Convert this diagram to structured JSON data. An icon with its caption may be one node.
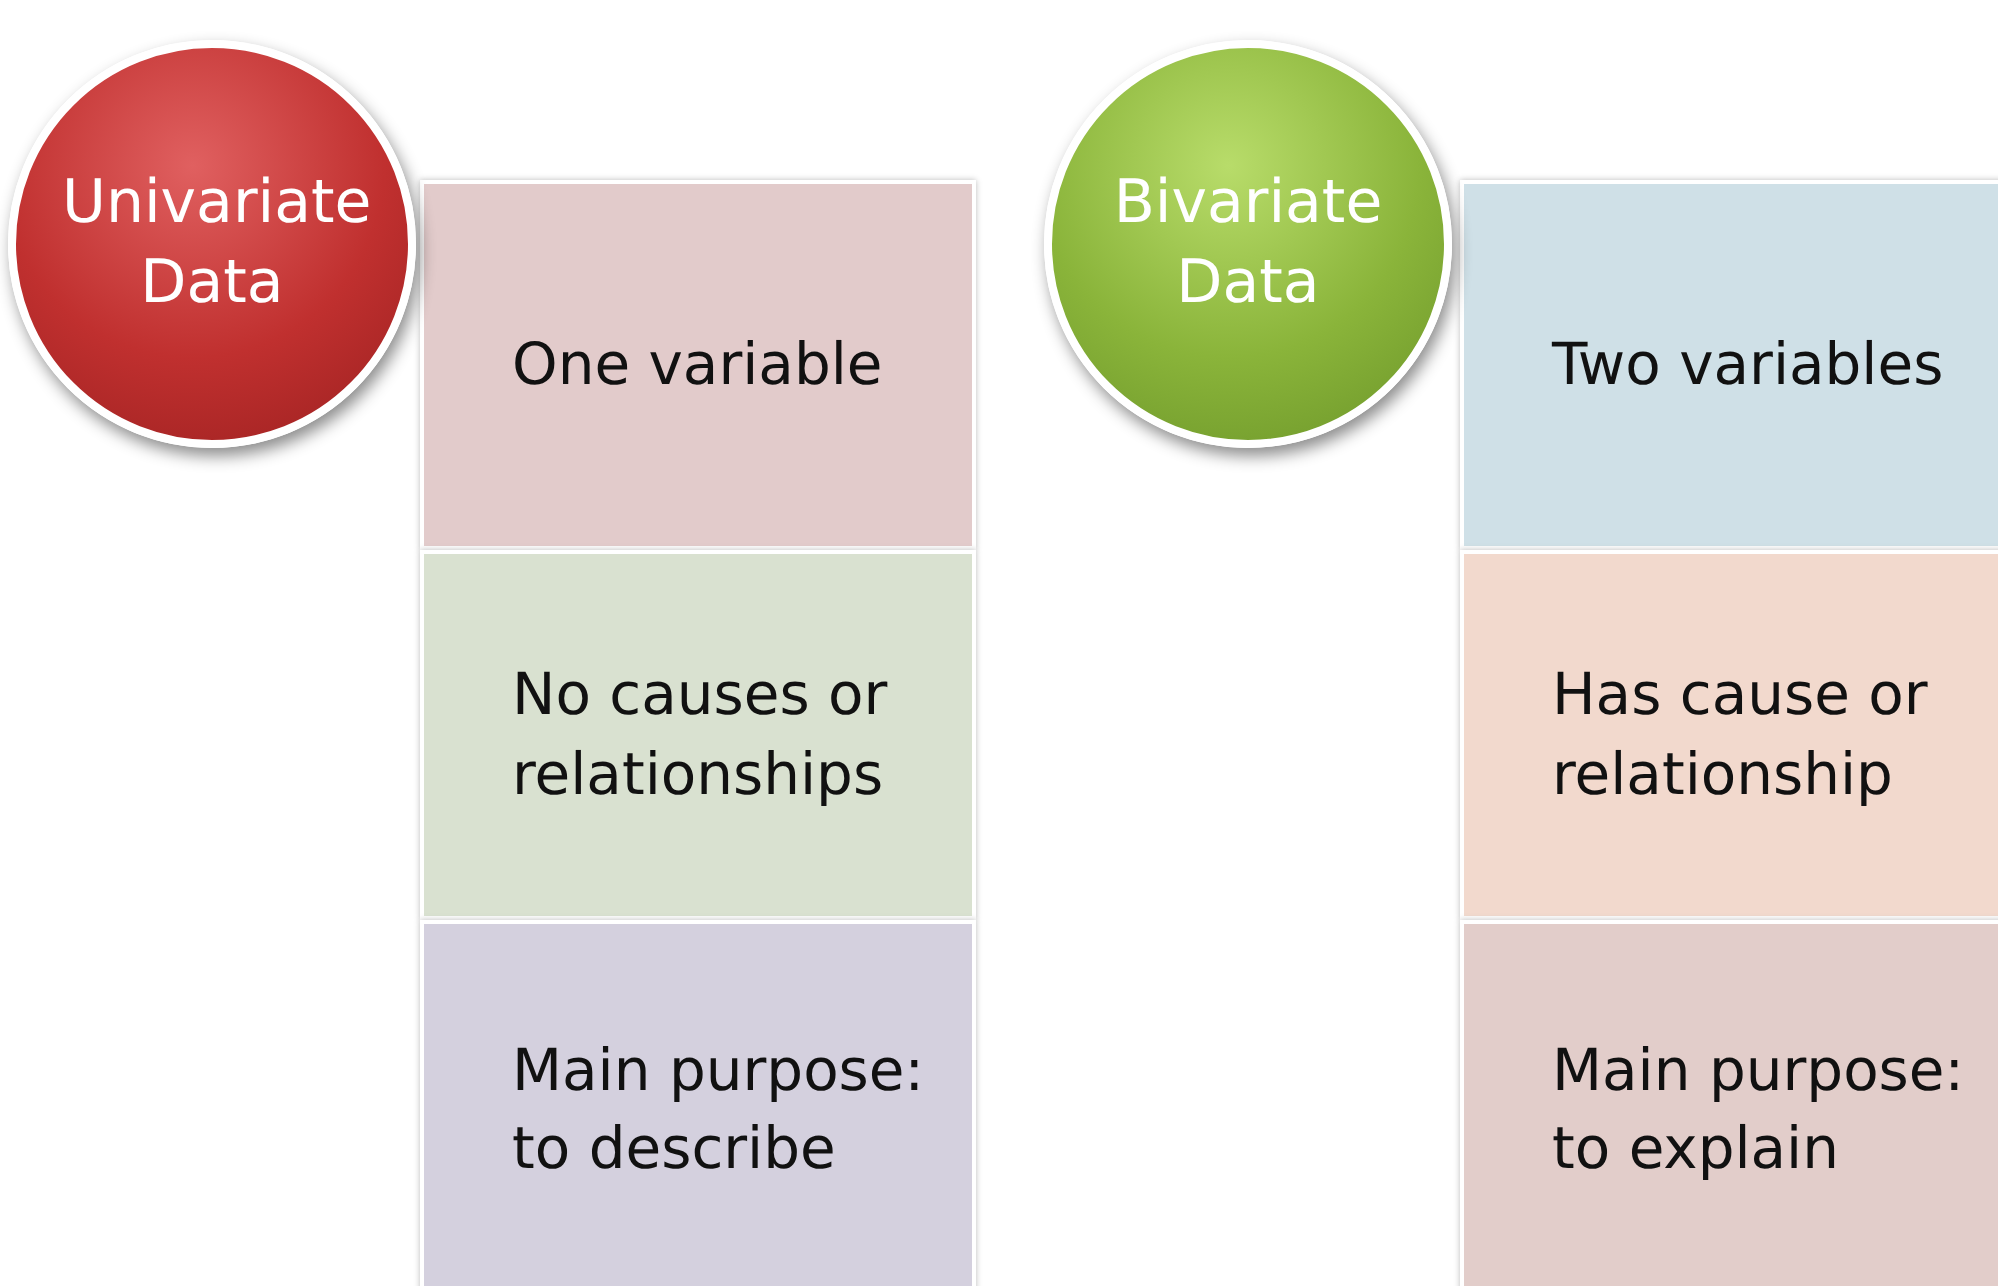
{
  "diagram": {
    "nodes": [
      {
        "text": [
          "Univariate Data"
        ]
      },
      {
        "text": [
          "One variable"
        ]
      },
      {
        "text": [
          "No causes or relationships"
        ]
      },
      {
        "text": [
          "Main purpose: to describe"
        ]
      },
      {
        "text": [
          "Bivariate Data"
        ]
      },
      {
        "text": [
          "Two variables"
        ]
      },
      {
        "text": [
          "Has cause or relationship"
        ]
      },
      {
        "text": [
          "Main purpose: to explain"
        ]
      }
    ]
  }
}
